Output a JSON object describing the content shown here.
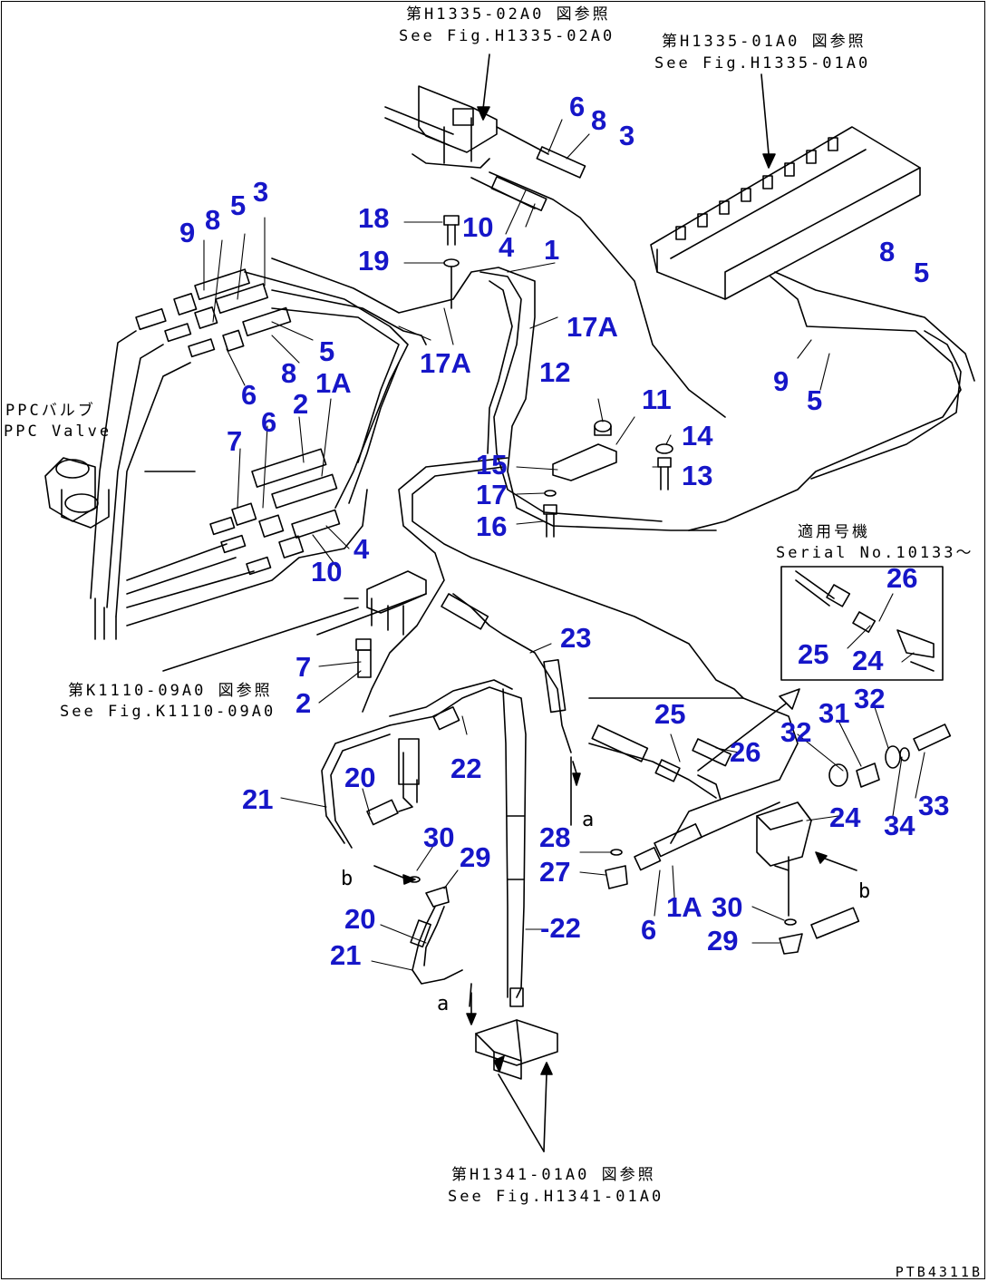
{
  "refs": {
    "h1335_jp": "第H1335-02A0 図参照",
    "h1335_en": "See Fig.H1335-02A0",
    "h1335b_jp": "第H1335-01A0 図参照",
    "h1335b_en": "See Fig.H1335-01A0",
    "ppc_jp": "PPCバルブ",
    "ppc_en": "PPC Valve",
    "k1110_jp": "第K1110-09A0 図参照",
    "k1110_en": "See Fig.K1110-09A0",
    "serial_jp": "適用号機",
    "serial_en": "Serial No.10133～",
    "h1341_jp": "第H1341-01A0 図参照",
    "h1341_en": "See Fig.H1341-01A0"
  },
  "callouts": {
    "n6a": "6",
    "n8a": "8",
    "n3a": "3",
    "n10a": "10",
    "n4a": "4",
    "n18": "18",
    "n19": "19",
    "n9a": "9",
    "n8b": "8",
    "n5a": "5",
    "n3b": "3",
    "n1": "1",
    "n17a_1": "17A",
    "n17a_2": "17A",
    "n8c": "8",
    "n5b": "5",
    "n5c": "5",
    "n8d": "8",
    "n6b": "6",
    "n1a_1": "1A",
    "n2a": "2",
    "n6c": "6",
    "n7a": "7",
    "n9b": "9",
    "n5d": "5",
    "n12": "12",
    "n11": "11",
    "n14": "14",
    "n13": "13",
    "n15": "15",
    "n17": "17",
    "n16": "16",
    "n4b": "4",
    "n10b": "10",
    "n26a": "26",
    "n25a": "25",
    "n24a": "24",
    "n7b": "7",
    "n2b": "2",
    "n23": "23",
    "n25b": "25",
    "n26b": "26",
    "n32a": "32",
    "n31": "31",
    "n32b": "32",
    "n22a": "22",
    "n20a": "20",
    "n21a": "21",
    "n33": "33",
    "n34": "34",
    "n24b": "24",
    "n28": "28",
    "n27": "27",
    "n30a": "30",
    "n29a": "29",
    "n20b": "20",
    "n21b": "21",
    "n22b": "-22",
    "n1a_2": "1A",
    "n6d": "6",
    "n30b": "30",
    "n29b": "29"
  },
  "letters": {
    "a1": "a",
    "b1": "b",
    "b2": "b",
    "a2": "a"
  },
  "page_code": "PTB4311B",
  "colors": {
    "callout": "#1616c8",
    "line": "#000000"
  }
}
